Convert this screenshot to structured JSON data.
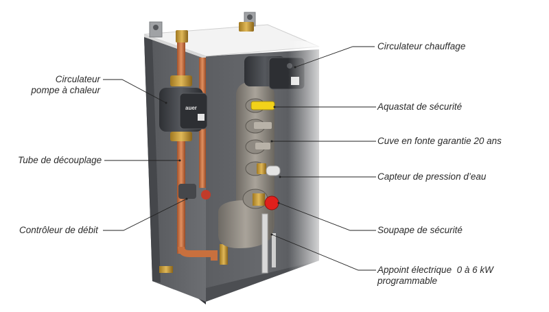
{
  "brand": "auer",
  "labels": {
    "circulateur_pac_line1": "Circulateur",
    "circulateur_pac_line2": "pompe à chaleur",
    "tube_decouplage": "Tube de découplage",
    "controleur_debit": "Contrôleur de débit",
    "circulateur_chauffage": "Circulateur chauffage",
    "aquastat": "Aquastat de sécurité",
    "cuve": "Cuve en fonte garantie 20 ans",
    "capteur": "Capteur de pression d’eau",
    "soupape": "Soupape de sécurité",
    "appoint_line1": "Appoint électrique  0 à 6 kW",
    "appoint_line2": "programmable"
  },
  "colors": {
    "cabinet": "#5a5c60",
    "cabinet_dark": "#3e4044",
    "panel_top": "#f4f4f4",
    "copper": "#c8703e",
    "pump": "#3a3c40",
    "valve_red": "#e0201c",
    "aquastat_yellow": "#f2d21a",
    "leader": "#222222"
  }
}
